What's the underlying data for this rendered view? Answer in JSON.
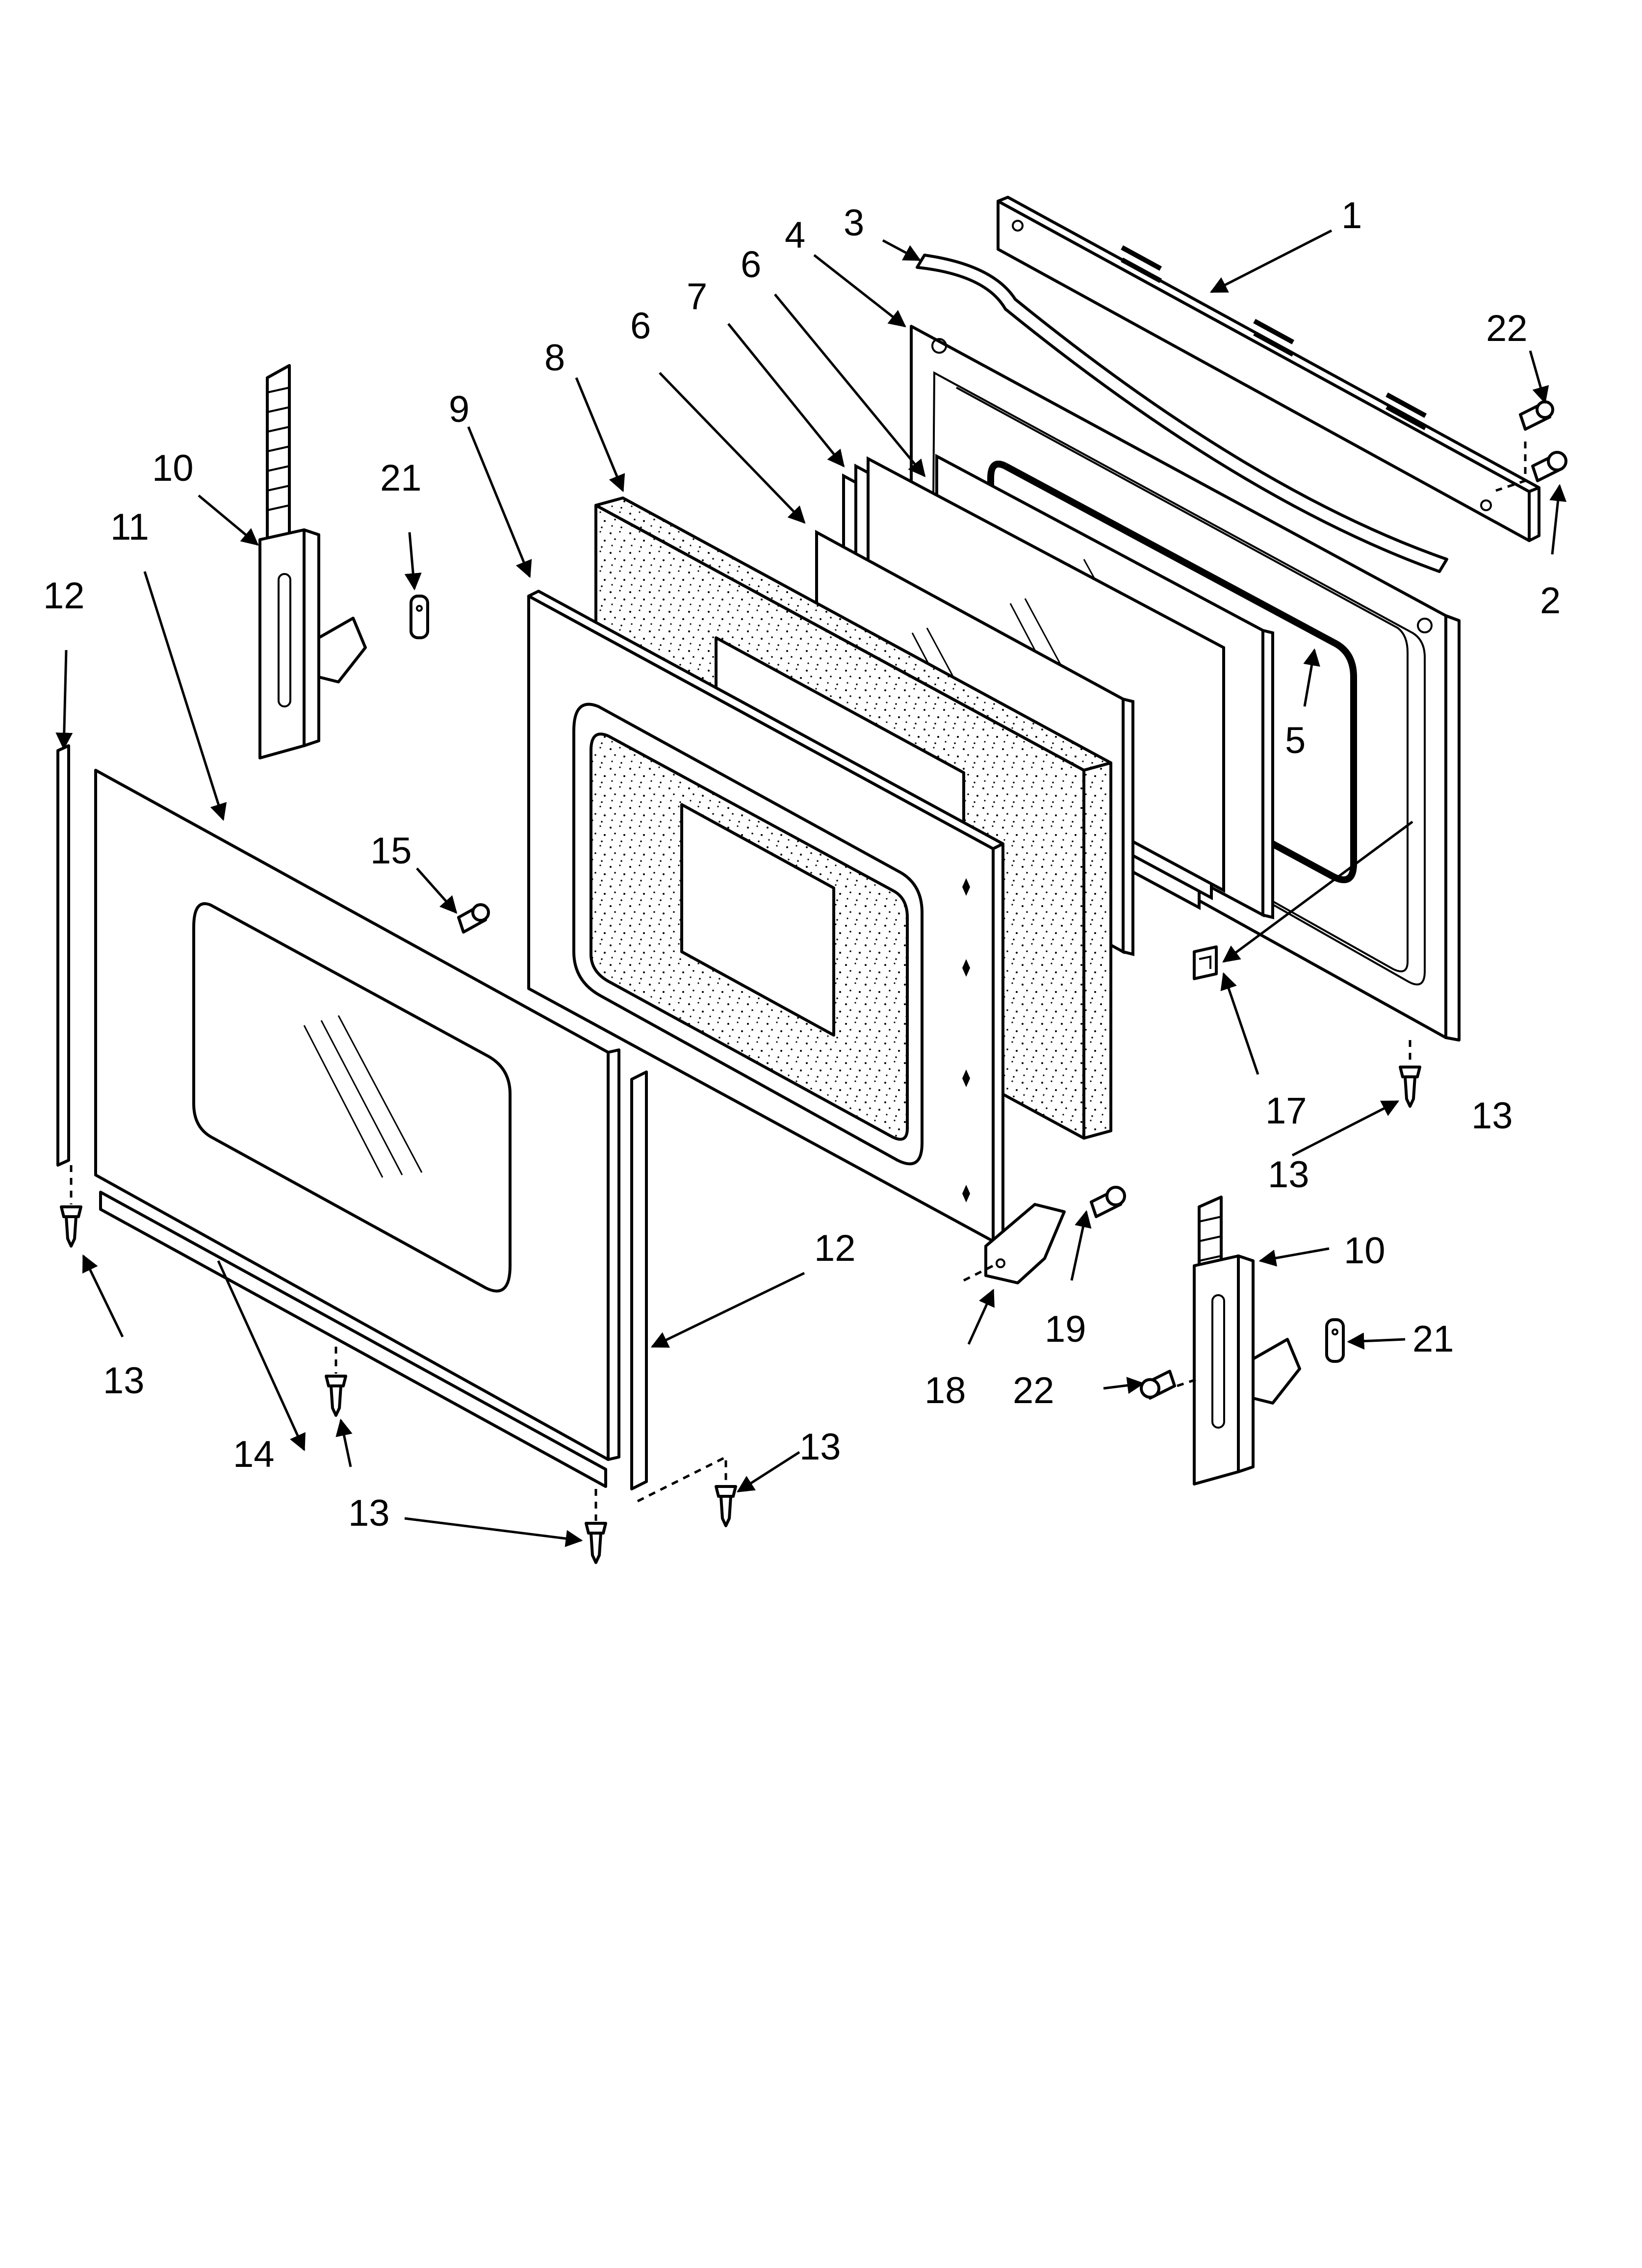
{
  "diagram": {
    "callouts": {
      "c1": "1",
      "c2": "2",
      "c3": "3",
      "c4": "4",
      "c5": "5",
      "c6a": "6",
      "c6b": "6",
      "c7": "7",
      "c8": "8",
      "c9": "9",
      "c10a": "10",
      "c10b": "10",
      "c11": "11",
      "c12a": "12",
      "c12b": "12",
      "c13a": "13",
      "c13b": "13",
      "c13c": "13",
      "c13d": "13",
      "c13e": "13",
      "c14": "14",
      "c15": "15",
      "c17": "17",
      "c18": "18",
      "c19": "19",
      "c21a": "21",
      "c21b": "21",
      "c22a": "22",
      "c22b": "22"
    }
  }
}
